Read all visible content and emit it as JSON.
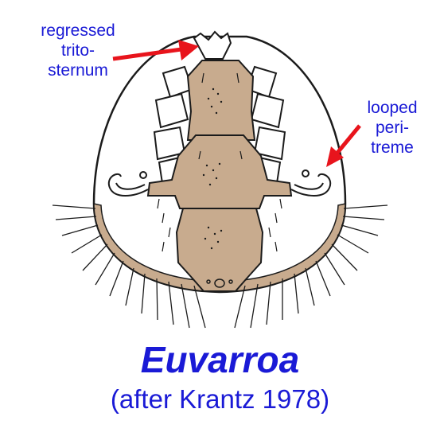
{
  "colors": {
    "label": "#1a1ad6",
    "arrow": "#e8141c",
    "body_fill": "#c8ab8e",
    "outline": "#1b1b1b",
    "background": "#ffffff"
  },
  "annotations": {
    "tritosternum": {
      "lines": [
        "regressed",
        "trito-",
        "sternum"
      ]
    },
    "peritreme": {
      "lines": [
        "looped",
        "peri-",
        "treme"
      ]
    }
  },
  "caption": {
    "genus": "Euvarroa",
    "source": "(after Krantz 1978)"
  }
}
